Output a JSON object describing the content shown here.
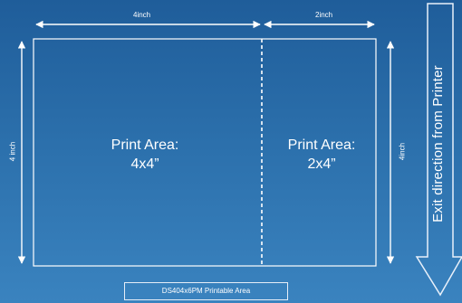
{
  "diagram": {
    "areas": [
      {
        "label": "Print Area:",
        "size": "4x4”"
      },
      {
        "label": "Print Area:",
        "size": "2x4”"
      }
    ],
    "dimensions": {
      "top_left": "4inch",
      "top_right": "2inch",
      "left_side": "4 inch",
      "right_side": "4inch"
    },
    "exit_label": "Exit direction from Printer",
    "caption": "DS404x6PM Printable Area",
    "colors": {
      "background_top": "#1f5d9a",
      "background_bottom": "#3a83bf",
      "lines": "#ffffff"
    }
  }
}
